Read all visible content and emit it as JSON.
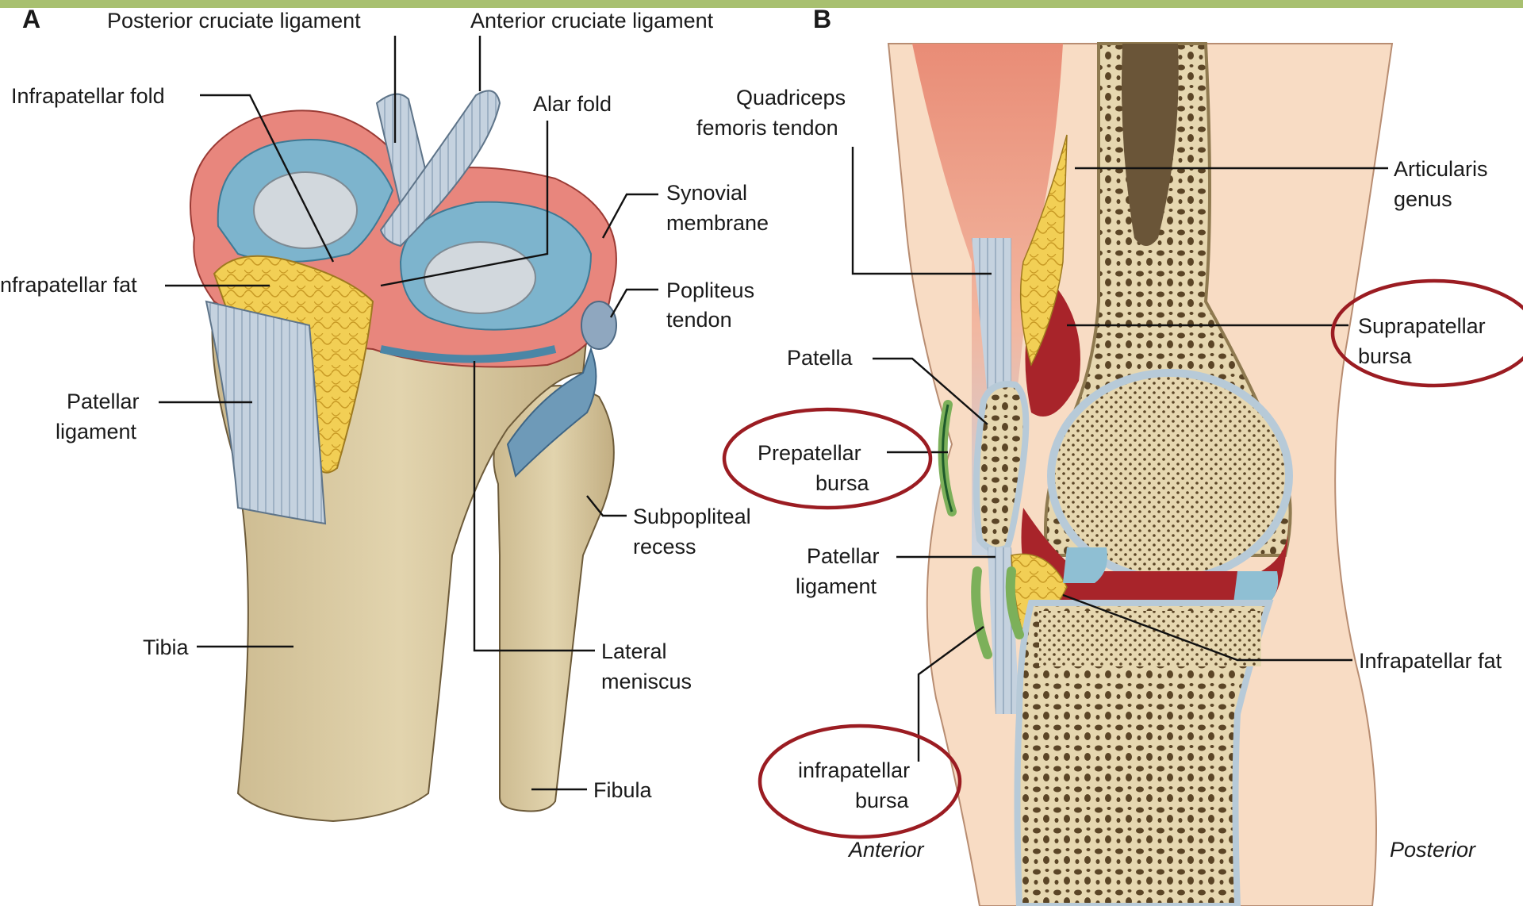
{
  "panels": {
    "a": "A",
    "b": "B"
  },
  "panel_a": {
    "labels": {
      "posterior_cruciate": "Posterior cruciate ligament",
      "anterior_cruciate": "Anterior cruciate ligament",
      "infrapatellar_fold": "Infrapatellar fold",
      "alar_fold": "Alar fold",
      "synovial_1": "Synovial",
      "synovial_2": "membrane",
      "infrapatellar_fat": "nfrapatellar fat",
      "popliteus_1": "Popliteus",
      "popliteus_2": "tendon",
      "patellar_lig_1": "Patellar",
      "patellar_lig_2": "ligament",
      "subpopliteal_1": "Subpopliteal",
      "subpopliteal_2": "recess",
      "tibia": "Tibia",
      "lateral_meniscus_1": "Lateral",
      "lateral_meniscus_2": "meniscus",
      "fibula": "Fibula"
    }
  },
  "panel_b": {
    "labels": {
      "quadriceps_1": "Quadriceps",
      "quadriceps_2": "femoris tendon",
      "articularis_1": "Articularis",
      "articularis_2": "genus",
      "suprapatellar_1": "Suprapatellar",
      "suprapatellar_2": "bursa",
      "patella": "Patella",
      "prepatellar_1": "Prepatellar",
      "prepatellar_2": "bursa",
      "patellar_lig_1": "Patellar",
      "patellar_lig_2": "ligament",
      "infrapatellar_fat": "Infrapatellar fat",
      "infrapatellar_bursa_1": "infrapatellar",
      "infrapatellar_bursa_2": "bursa",
      "anterior": "Anterior",
      "posterior": "Posterior"
    }
  },
  "colors": {
    "frame_bar": "#a8c070",
    "highlight_circle": "#9b1c22",
    "bone": "#d9cba3",
    "fat": "#f2cf55",
    "synovial": "#e8867d",
    "cartilage": "#8fbfd3",
    "muscle": "#e99a86",
    "skin": "#f8dcc4",
    "bursa": "#7cb05a",
    "bursa_cavity": "#a8242a"
  }
}
